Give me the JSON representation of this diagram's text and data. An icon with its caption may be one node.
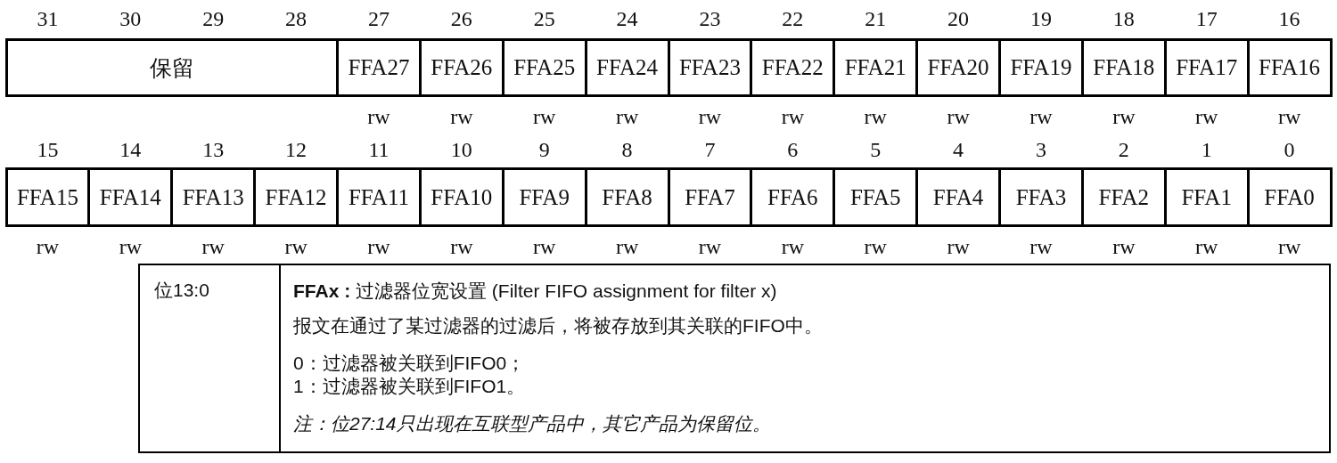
{
  "diagram": {
    "nodes": [
      {
        "text": [
          "保留"
        ]
      },
      {
        "text": [
          "FFA27"
        ]
      },
      {
        "text": [
          "FFA26"
        ]
      },
      {
        "text": [
          "FFA25"
        ]
      },
      {
        "text": [
          "FFA24"
        ]
      },
      {
        "text": [
          "FFA23"
        ]
      },
      {
        "text": [
          "FFA22"
        ]
      },
      {
        "text": [
          "FFA21"
        ]
      },
      {
        "text": [
          "FFA20"
        ]
      },
      {
        "text": [
          "FFA19"
        ]
      },
      {
        "text": [
          "FFA18"
        ]
      },
      {
        "text": [
          "FFA17"
        ]
      },
      {
        "text": [
          "FFA16"
        ]
      },
      {
        "text": [
          "FFA15"
        ]
      },
      {
        "text": [
          "FFA14"
        ]
      },
      {
        "text": [
          "FFA13"
        ]
      },
      {
        "text": [
          "FFA12"
        ]
      },
      {
        "text": [
          "FFA11"
        ]
      },
      {
        "text": [
          "FFA10"
        ]
      },
      {
        "text": [
          "FFA9"
        ]
      },
      {
        "text": [
          "FFA8"
        ]
      },
      {
        "text": [
          "FFA7"
        ]
      },
      {
        "text": [
          "FFA6"
        ]
      },
      {
        "text": [
          "FFA5"
        ]
      },
      {
        "text": [
          "FFA4"
        ]
      },
      {
        "text": [
          "FFA3"
        ]
      },
      {
        "text": [
          "FFA2"
        ]
      },
      {
        "text": [
          "FFA1"
        ]
      },
      {
        "text": [
          "FFA0"
        ]
      },
      {
        "text": [
          "位13:0"
        ]
      },
      {
        "text": [
          "**FFAx :** 过滤器位宽设置 (Filter FIFO assignment for filter x)",
          "报文在通过了某过滤器的过滤后，将被存放到其关联的FIFO中。",
          "0：过滤器被关联到FIFO0；",
          "1：过滤器被关联到FIFO1。",
          "注：位27:14只出现在互联型产品中，其它产品为保留位。"
        ]
      }
    ],
    "labels": [
      "31",
      "30",
      "29",
      "28",
      "27",
      "26",
      "25",
      "24",
      "23",
      "22",
      "21",
      "20",
      "19",
      "18",
      "17",
      "16",
      "rw",
      "rw",
      "rw",
      "rw",
      "rw",
      "rw",
      "rw",
      "rw",
      "rw",
      "rw",
      "rw",
      "rw",
      "15",
      "14",
      "13",
      "12",
      "11",
      "10",
      "9",
      "8",
      "7",
      "6",
      "5",
      "4",
      "3",
      "2",
      "1",
      "0",
      "rw",
      "rw",
      "rw",
      "rw",
      "rw",
      "rw",
      "rw",
      "rw",
      "rw",
      "rw",
      "rw",
      "rw",
      "rw",
      "rw",
      "rw",
      "rw"
    ]
  }
}
